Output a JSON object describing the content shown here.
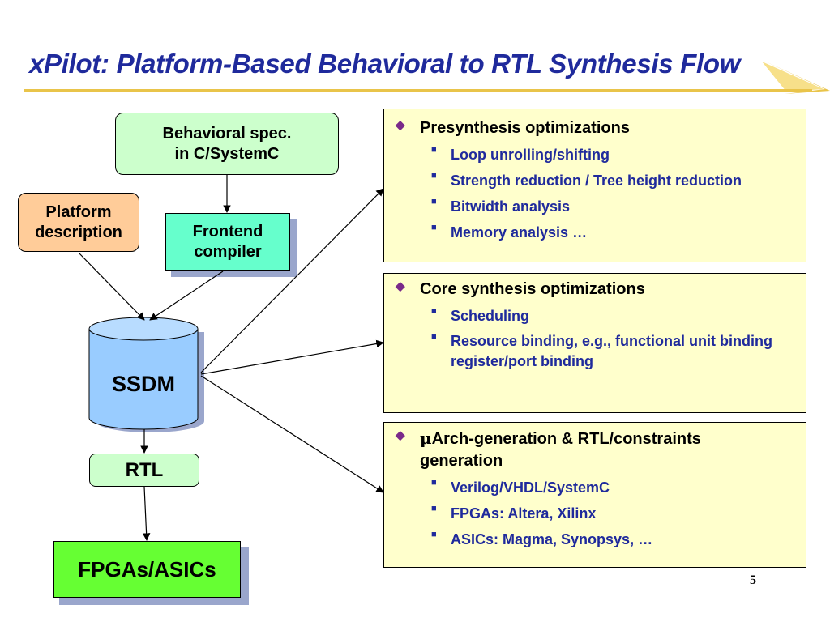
{
  "slide": {
    "title": "xPilot: Platform-Based Behavioral to RTL Synthesis Flow",
    "page_number": "5"
  },
  "flow": {
    "behavioral_spec": "Behavioral spec.\nin C/SystemC",
    "platform_description": "Platform\ndescription",
    "frontend_compiler": "Frontend\ncompiler",
    "ssdm": "SSDM",
    "rtl": "RTL",
    "fpgas_asics": "FPGAs/ASICs"
  },
  "panels": [
    {
      "heading": "Presynthesis optimizations",
      "items": [
        "Loop unrolling/shifting",
        "Strength reduction / Tree height reduction",
        "Bitwidth analysis",
        "Memory analysis …"
      ]
    },
    {
      "heading": "Core synthesis optimizations",
      "items": [
        "Scheduling",
        "Resource binding, e.g., functional unit binding register/port binding"
      ]
    },
    {
      "heading_prefix": "μ",
      "heading": "Arch-generation & RTL/constraints generation",
      "items": [
        "Verilog/VHDL/SystemC",
        "FPGAs: Altera, Xilinx",
        "ASICs: Magma, Synopsys, …"
      ]
    }
  ],
  "markers": {
    "level1": "◆",
    "level2": "■"
  },
  "colors": {
    "title": "#1f2a9c",
    "title_rule": "#e9c44a",
    "behavioral_spec_fill": "#ccffcc",
    "platform_fill": "#ffcc99",
    "frontend_fill": "#66ffcc",
    "ssdm_fill": "#99ccff",
    "rtl_fill": "#ccffcc",
    "fpgas_fill": "#66ff33",
    "panel_fill": "#ffffcc",
    "shadow": "#9aa6cc"
  }
}
